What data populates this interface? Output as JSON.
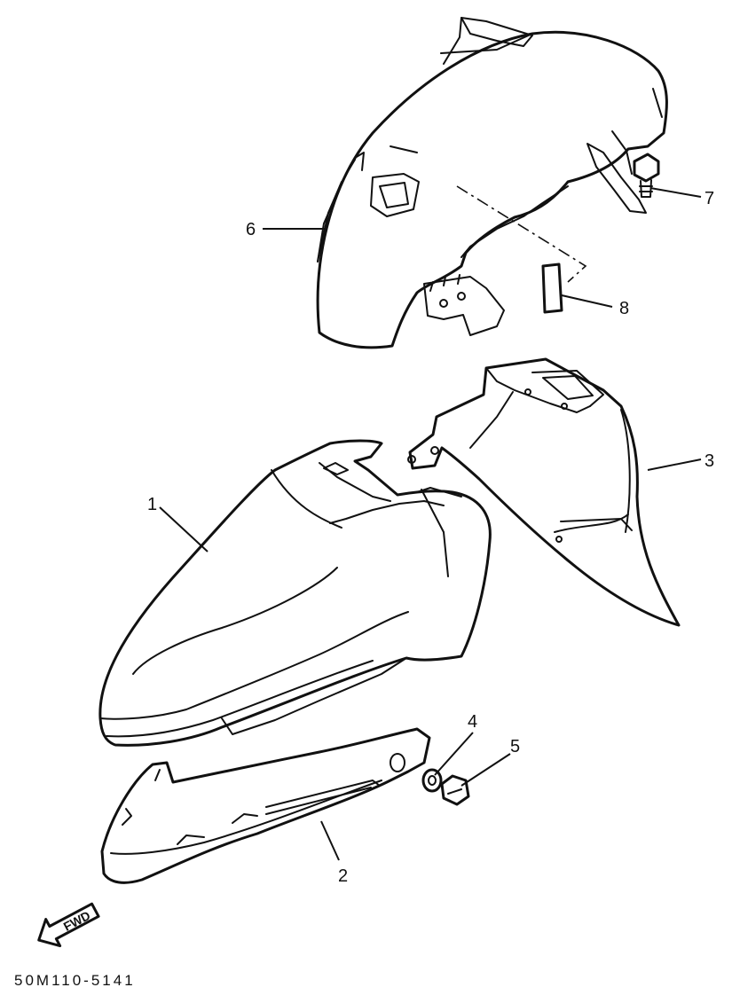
{
  "diagram": {
    "part_numbers": {
      "p1": "1",
      "p2": "2",
      "p3": "3",
      "p4": "4",
      "p5": "5",
      "p6": "6",
      "p7": "7",
      "p8": "8"
    },
    "direction_arrow_label": "FWD",
    "drawing_code": "50M110-5141"
  }
}
